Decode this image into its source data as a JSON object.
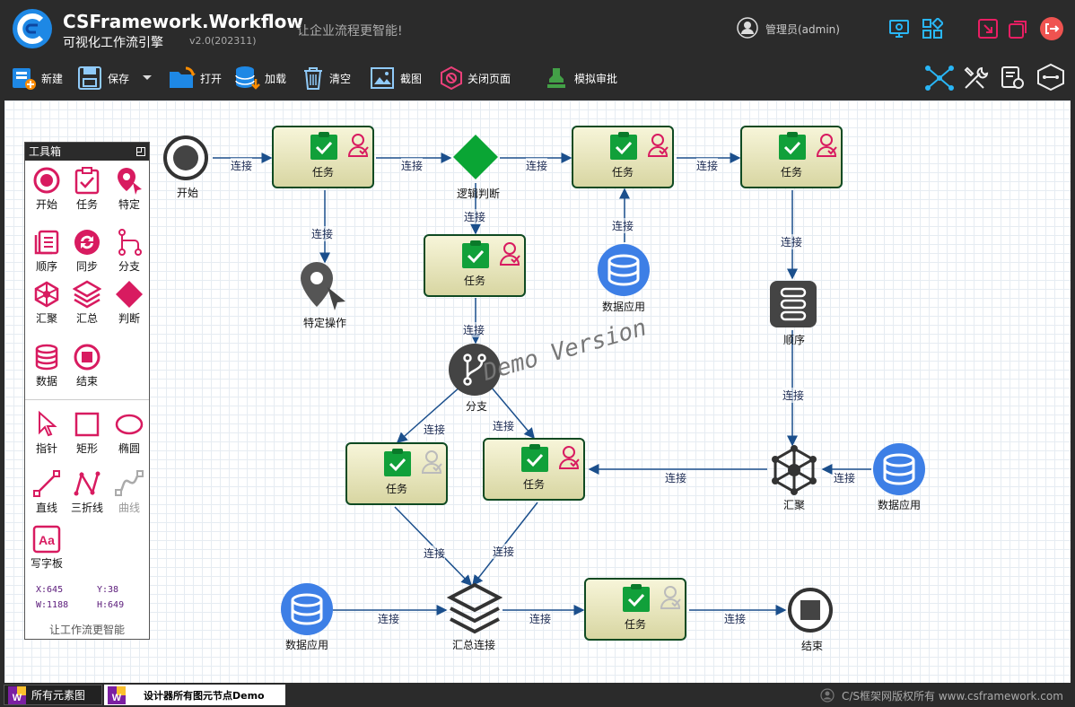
{
  "app": {
    "name": "CSFramework.Workflow",
    "subtitle": "可视化工作流引擎",
    "version": "v2.0(202311)",
    "slogan": "让企业流程更智能!",
    "user": "管理员(admin)"
  },
  "toolbar": {
    "new": "新建",
    "save": "保存",
    "open": "打开",
    "load": "加载",
    "clear": "清空",
    "screenshot": "截图",
    "close_page": "关闭页面",
    "simulate": "模拟审批"
  },
  "toolbox": {
    "title": "工具箱",
    "items": [
      "开始",
      "任务",
      "特定",
      "顺序",
      "同步",
      "分支",
      "汇聚",
      "汇总",
      "判断",
      "数据",
      "结束",
      "指针",
      "矩形",
      "椭圆",
      "直线",
      "三折线",
      "曲线",
      "写字板"
    ],
    "x": "X:645",
    "y": "Y:38",
    "w": "W:1188",
    "h": "H:649",
    "footer": "让工作流更智能"
  },
  "diagram": {
    "start": "开始",
    "end": "结束",
    "task": "任务",
    "logic": "逻辑判断",
    "specific": "特定操作",
    "data": "数据应用",
    "sequence": "顺序",
    "branch": "分支",
    "merge": "汇聚",
    "aggregate": "汇总连接",
    "edge": "连接",
    "watermark": "Demo Version"
  },
  "status": {
    "tab1": "所有元素图",
    "tab2": "设计器所有图元节点Demo",
    "copyright": "C/S框架网版权所有 www.csframework.com"
  },
  "colors": {
    "accent": "#1565c0",
    "task_border": "#0f4a22",
    "check_green": "#11a03a",
    "pink": "#d81b60",
    "edge": "#1b4f8c"
  }
}
